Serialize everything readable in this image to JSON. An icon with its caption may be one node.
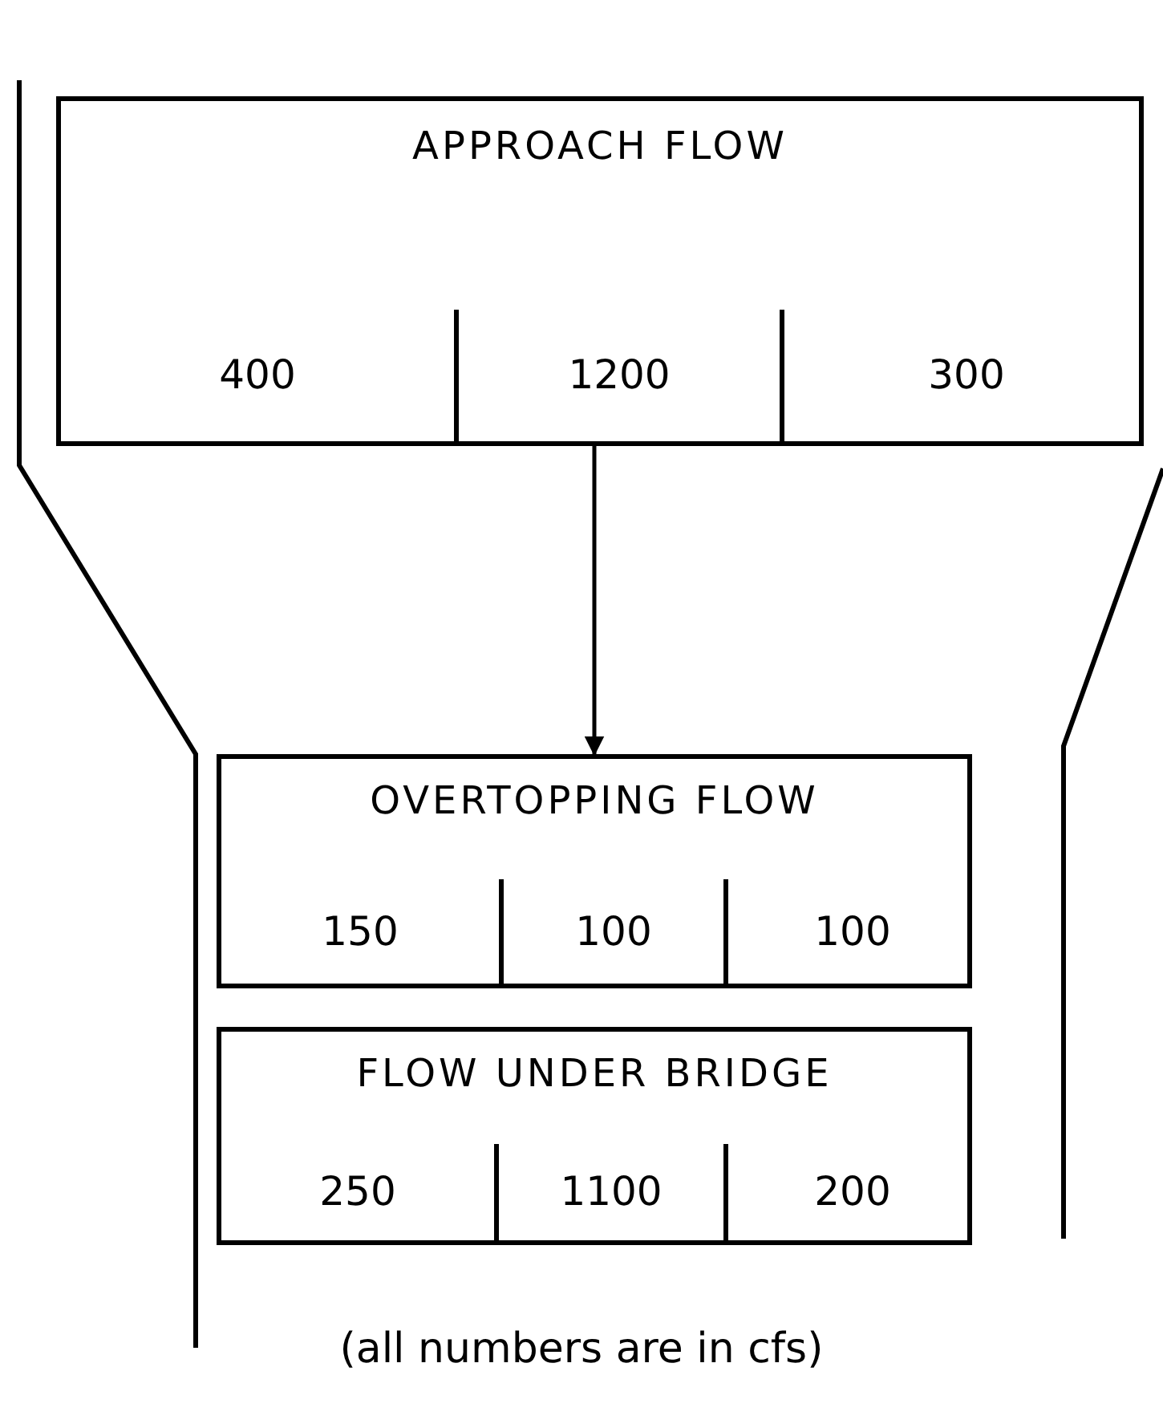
{
  "diagram": {
    "nodes": [
      {
        "text": [
          "APPROACH FLOW"
        ]
      },
      {
        "text": [
          "400"
        ],
        "in": 0
      },
      {
        "text": [
          "1200"
        ],
        "in": 0
      },
      {
        "text": [
          "300"
        ],
        "in": 0
      },
      {
        "text": [
          "OVERTOPPING FLOW"
        ]
      },
      {
        "text": [
          "150"
        ],
        "in": 4
      },
      {
        "text": [
          "100"
        ],
        "in": 4
      },
      {
        "text": [
          "100"
        ],
        "in": 4
      },
      {
        "text": [
          "FLOW UNDER BRIDGE"
        ]
      },
      {
        "text": [
          "250"
        ],
        "in": 8
      },
      {
        "text": [
          "1100"
        ],
        "in": 8
      },
      {
        "text": [
          "200"
        ],
        "in": 8
      }
    ],
    "edges": [
      {
        "from": 0,
        "to": 4,
        "arrow": "to"
      }
    ],
    "labels": [
      "(all numbers are in cfs)"
    ]
  }
}
